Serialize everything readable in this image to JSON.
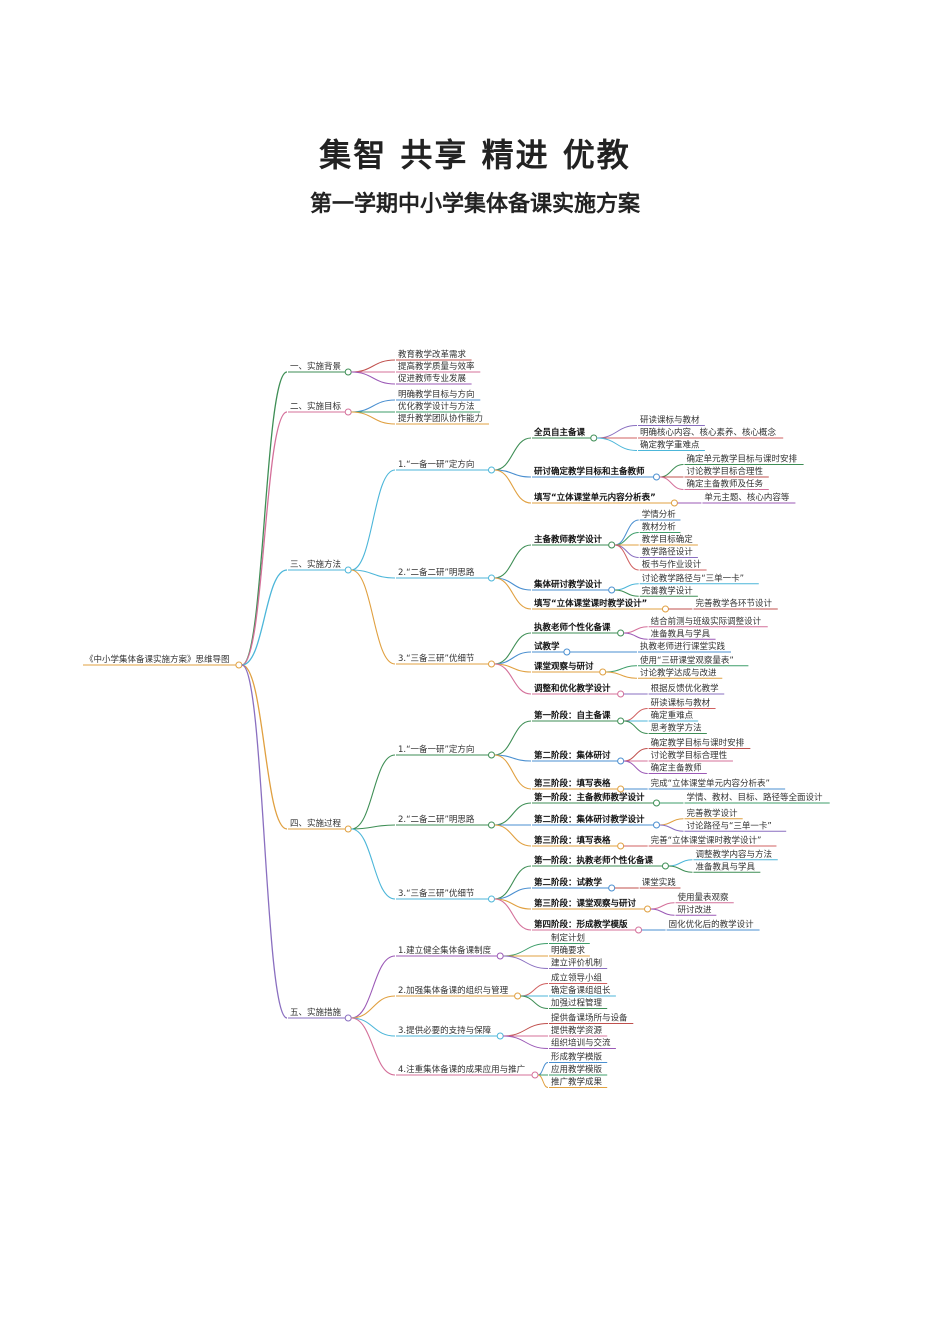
{
  "header": {
    "title": "集智 共享 精进 优教",
    "subtitle": "第一学期中小学集体备课实施方案"
  },
  "mindmap": {
    "root": "《中小学集体备课实施方案》思维导图",
    "branches": [
      {
        "label": "一、实施背景",
        "color": "#3e8e55",
        "items": [
          "教育教学改革需求",
          "提高教学质量与效率",
          "促进教师专业发展"
        ]
      },
      {
        "label": "二、实施目标",
        "color": "#d4709a",
        "items": [
          "明确教学目标与方向",
          "优化教学设计与方法",
          "提升教学团队协作能力"
        ]
      },
      {
        "label": "三、实施方法",
        "color": "#4cb6d9",
        "groups": [
          {
            "label": "1.“一备一研”定方向",
            "subs": [
              {
                "label": "全员自主备课",
                "items": [
                  "研读课标与教材",
                  "明确核心内容、核心素养、核心概念",
                  "确定教学重难点"
                ]
              },
              {
                "label": "研讨确定教学目标和主备教师",
                "items": [
                  "确定单元教学目标与课时安排",
                  "讨论教学目标合理性",
                  "确定主备教师及任务"
                ]
              },
              {
                "label": "填写“立体课堂单元内容分析表”",
                "items": [
                  "单元主题、核心内容等"
                ]
              }
            ]
          },
          {
            "label": "2.“二备二研”明思路",
            "subs": [
              {
                "label": "主备教师教学设计",
                "items": [
                  "学情分析",
                  "教材分析",
                  "教学目标确定",
                  "教学路径设计",
                  "板书与作业设计"
                ]
              },
              {
                "label": "集体研讨教学设计",
                "items": [
                  "讨论教学路径与“三单一卡”",
                  "完善教学设计"
                ]
              },
              {
                "label": "填写“立体课堂课时教学设计”",
                "items": [
                  "完善教学各环节设计"
                ]
              }
            ]
          },
          {
            "label": "3.“三备三研”优细节",
            "subs": [
              {
                "label": "执教老师个性化备课",
                "items": [
                  "结合前测与班级实际调整设计",
                  "准备教具与学具"
                ]
              },
              {
                "label": "试教学",
                "items": [
                  "执教老师进行课堂实践"
                ]
              },
              {
                "label": "课堂观察与研讨",
                "items": [
                  "使用“三研课堂观察量表”",
                  "讨论教学达成与改进"
                ]
              },
              {
                "label": "调整和优化教学设计",
                "items": [
                  "根据反馈优化教学"
                ]
              }
            ]
          }
        ]
      },
      {
        "label": "四、实施过程",
        "color": "#e0a040",
        "groups": [
          {
            "label": "1.“一备一研”定方向",
            "subs": [
              {
                "label": "第一阶段：自主备课",
                "items": [
                  "研读课标与教材",
                  "确定重难点",
                  "思考教学方法"
                ]
              },
              {
                "label": "第二阶段：集体研讨",
                "items": [
                  "确定教学目标与课时安排",
                  "讨论教学目标合理性",
                  "确定主备教师"
                ]
              },
              {
                "label": "第三阶段：填写表格",
                "items": [
                  "完成“立体课堂单元内容分析表”"
                ]
              }
            ]
          },
          {
            "label": "2.“二备二研”明思路",
            "subs": [
              {
                "label": "第一阶段：主备教师教学设计",
                "items": [
                  "学情、教材、目标、路径等全面设计"
                ]
              },
              {
                "label": "第二阶段：集体研讨教学设计",
                "items": [
                  "完善教学设计",
                  "讨论路径与“三单一卡”"
                ]
              },
              {
                "label": "第三阶段：填写表格",
                "items": [
                  "完善“立体课堂课时教学设计”"
                ]
              }
            ]
          },
          {
            "label": "3.“三备三研”优细节",
            "subs": [
              {
                "label": "第一阶段：执教老师个性化备课",
                "items": [
                  "调整教学内容与方法",
                  "准备教具与学具"
                ]
              },
              {
                "label": "第二阶段：试教学",
                "items": [
                  "课堂实践"
                ]
              },
              {
                "label": "第三阶段：课堂观察与研讨",
                "items": [
                  "使用量表观察",
                  "研讨改进"
                ]
              },
              {
                "label": "第四阶段：形成教学模版",
                "items": [
                  "固化优化后的教学设计"
                ]
              }
            ]
          }
        ]
      },
      {
        "label": "五、实施措施",
        "color": "#8a6fc0",
        "groups": [
          {
            "label": "1.建立健全集体备课制度",
            "items": [
              "制定计划",
              "明确要求",
              "建立评价机制"
            ]
          },
          {
            "label": "2.加强集体备课的组织与管理",
            "items": [
              "成立领导小组",
              "确定备课组组长",
              "加强过程管理"
            ]
          },
          {
            "label": "3.提供必要的支持与保障",
            "items": [
              "提供备课场所与设备",
              "提供教学资源",
              "组织培训与交流"
            ]
          },
          {
            "label": "4.注重集体备课的成果应用与推广",
            "items": [
              "形成教学模版",
              "应用教学模版",
              "推广教学成果"
            ]
          }
        ]
      }
    ]
  }
}
